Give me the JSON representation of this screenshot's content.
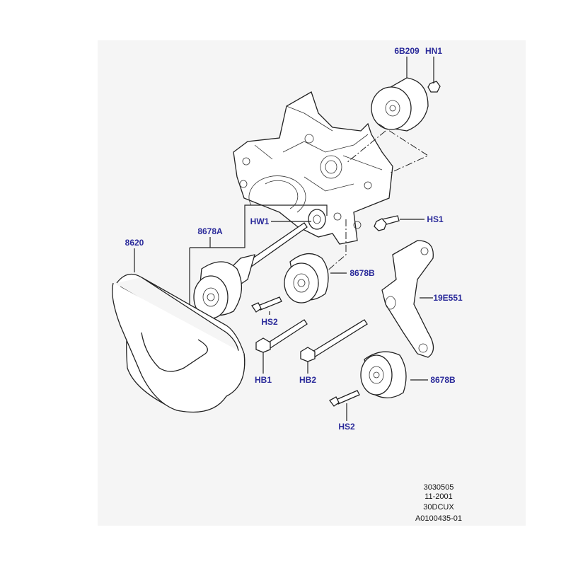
{
  "labels": {
    "tensioner": "6B209",
    "tensioner_nut": "HN1",
    "washer": "HW1",
    "bolt_hs1": "HS1",
    "idler_a": "8678A",
    "belt": "8620",
    "idler_b_upper": "8678B",
    "bracket": "19E551",
    "bolt_hs2_upper": "HS2",
    "bolt_hb1": "HB1",
    "bolt_hb2": "HB2",
    "idler_b_lower": "8678B",
    "bolt_hs2_lower": "HS2"
  },
  "codes": [
    "3030505",
    "11-2001",
    "30DCUX",
    "A0100435-01"
  ],
  "colors": {
    "label": "#2a2a9a",
    "panel": "#f5f5f5"
  }
}
